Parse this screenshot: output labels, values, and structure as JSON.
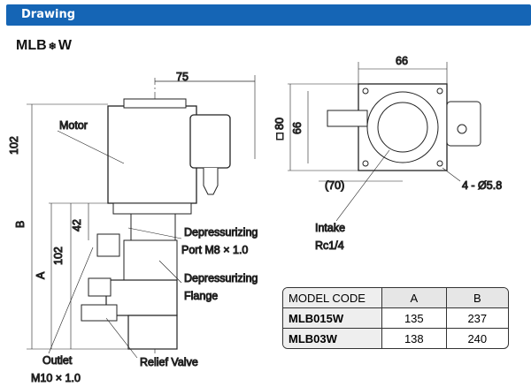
{
  "header": {
    "title": "Drawing"
  },
  "model": {
    "prefix": "MLB",
    "star": "❄",
    "suffix": "W"
  },
  "front_view": {
    "dim_width": "75",
    "dim_height_top": "102",
    "dim_42": "42",
    "dim_102": "102",
    "dim_B": "B",
    "dim_A": "A",
    "motor": "Motor",
    "dep_port_1": "Depressurizing",
    "dep_port_2": "Port  M8 × 1.0",
    "dep_flange_1": "Depressurizing",
    "dep_flange_2": "Flange",
    "outlet_1": "Outlet",
    "outlet_2": "M10 × 1.0",
    "relief_valve": "Relief Valve"
  },
  "top_view": {
    "dim_66_h": "66",
    "dim_80": "□ 80",
    "dim_66_v": "66",
    "dim_70": "(70)",
    "holes": "4 - Ø5.8",
    "intake_1": "Intake",
    "intake_2": "Rc1/4"
  },
  "table": {
    "headers": [
      "MODEL CODE",
      "A",
      "B"
    ],
    "rows": [
      [
        "MLB015W",
        "135",
        "237"
      ],
      [
        "MLB03W",
        "138",
        "240"
      ]
    ]
  }
}
